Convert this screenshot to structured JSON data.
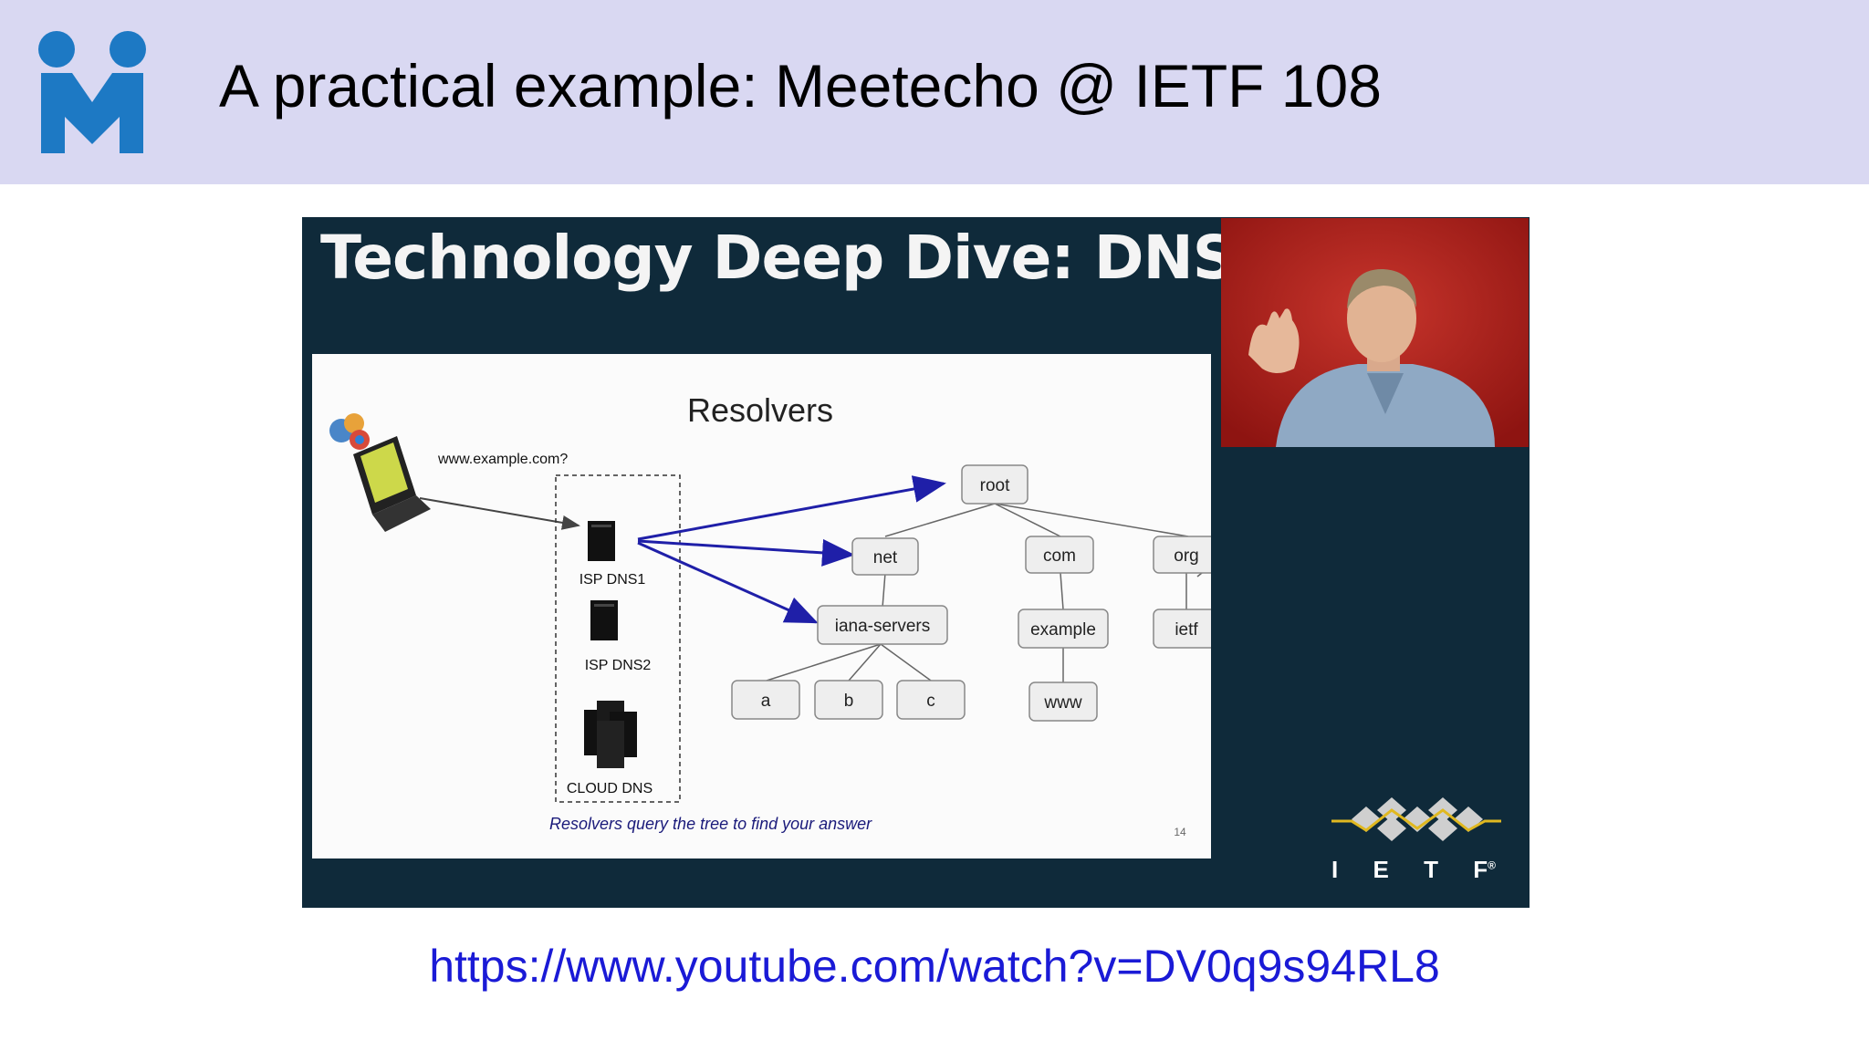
{
  "header": {
    "title": "A practical example: Meetecho @ IETF 108",
    "logo_icon": "meetecho-logo-icon"
  },
  "video": {
    "title": "Technology Deep Dive: DNS",
    "slide": {
      "heading": "Resolvers",
      "query": "www.example.com?",
      "servers": [
        "ISP DNS1",
        "ISP DNS2",
        "CLOUD DNS"
      ],
      "tree_nodes": [
        "root",
        "net",
        "com",
        "org",
        "iana-servers",
        "example",
        "ietf",
        "a",
        "b",
        "c",
        "www"
      ],
      "caption": "Resolvers query the tree to find your answer",
      "page_number": "14"
    },
    "ietf_letters": [
      "I",
      "E",
      "T",
      "F"
    ],
    "ietf_mark": "®"
  },
  "link": {
    "url": "https://www.youtube.com/watch?v=DV0q9s94RL8"
  },
  "colors": {
    "header_bg": "#d9d8f2",
    "video_bg": "#0f2a3a",
    "link": "#1a1ad6",
    "arrow": "#1f1fa8",
    "logo": "#1d79c4"
  }
}
